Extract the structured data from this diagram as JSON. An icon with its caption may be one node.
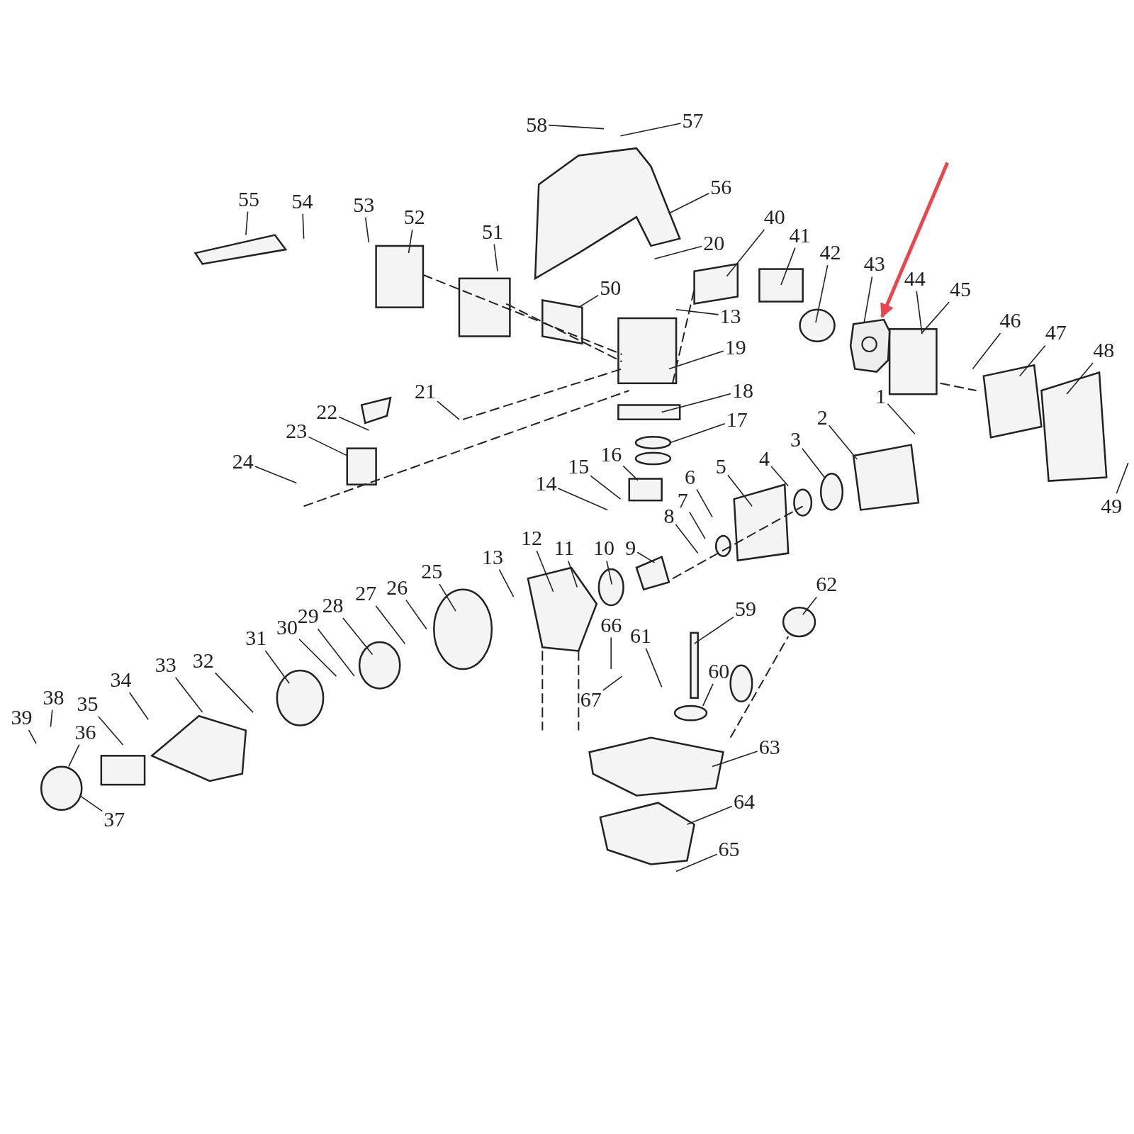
{
  "diagram": {
    "nodes": [
      {
        "text": [
          "58"
        ]
      },
      {
        "text": [
          "57"
        ]
      },
      {
        "text": [
          "56"
        ]
      },
      {
        "text": [
          "55"
        ]
      },
      {
        "text": [
          "54"
        ]
      },
      {
        "text": [
          "53"
        ]
      },
      {
        "text": [
          "52"
        ]
      },
      {
        "text": [
          "51"
        ]
      },
      {
        "text": [
          "50"
        ]
      },
      {
        "text": [
          "20"
        ]
      },
      {
        "text": [
          "13"
        ]
      },
      {
        "text": [
          "19"
        ]
      },
      {
        "text": [
          "40"
        ]
      },
      {
        "text": [
          "41"
        ]
      },
      {
        "text": [
          "42"
        ]
      },
      {
        "text": [
          "43"
        ]
      },
      {
        "text": [
          "44"
        ]
      },
      {
        "text": [
          "45"
        ]
      },
      {
        "text": [
          "46"
        ]
      },
      {
        "text": [
          "47"
        ]
      },
      {
        "text": [
          "48"
        ]
      },
      {
        "text": [
          "49"
        ]
      },
      {
        "text": [
          "1"
        ]
      },
      {
        "text": [
          "2"
        ]
      },
      {
        "text": [
          "3"
        ]
      },
      {
        "text": [
          "4"
        ]
      },
      {
        "text": [
          "5"
        ]
      },
      {
        "text": [
          "6"
        ]
      },
      {
        "text": [
          "7"
        ]
      },
      {
        "text": [
          "8"
        ]
      },
      {
        "text": [
          "9"
        ]
      },
      {
        "text": [
          "10"
        ]
      },
      {
        "text": [
          "11"
        ]
      },
      {
        "text": [
          "12"
        ]
      },
      {
        "text": [
          "13"
        ]
      },
      {
        "text": [
          "14"
        ]
      },
      {
        "text": [
          "15"
        ]
      },
      {
        "text": [
          "16"
        ]
      },
      {
        "text": [
          "17"
        ]
      },
      {
        "text": [
          "18"
        ]
      },
      {
        "text": [
          "21"
        ]
      },
      {
        "text": [
          "22"
        ]
      },
      {
        "text": [
          "23"
        ]
      },
      {
        "text": [
          "24"
        ]
      },
      {
        "text": [
          "25"
        ]
      },
      {
        "text": [
          "26"
        ]
      },
      {
        "text": [
          "27"
        ]
      },
      {
        "text": [
          "28"
        ]
      },
      {
        "text": [
          "29"
        ]
      },
      {
        "text": [
          "30"
        ]
      },
      {
        "text": [
          "31"
        ]
      },
      {
        "text": [
          "32"
        ]
      },
      {
        "text": [
          "33"
        ]
      },
      {
        "text": [
          "34"
        ]
      },
      {
        "text": [
          "35"
        ]
      },
      {
        "text": [
          "36"
        ]
      },
      {
        "text": [
          "37"
        ]
      },
      {
        "text": [
          "38"
        ]
      },
      {
        "text": [
          "39"
        ]
      },
      {
        "text": [
          "59"
        ]
      },
      {
        "text": [
          "60"
        ]
      },
      {
        "text": [
          "61"
        ]
      },
      {
        "text": [
          "62"
        ]
      },
      {
        "text": [
          "63"
        ]
      },
      {
        "text": [
          "64"
        ]
      },
      {
        "text": [
          "65"
        ]
      },
      {
        "text": [
          "66"
        ]
      },
      {
        "text": [
          "67"
        ]
      },
      {
        "text": [],
        "shape": "picture"
      }
    ],
    "edges": [
      {
        "from": 0,
        "to": null,
        "arrow": "none"
      },
      {
        "from": 1,
        "to": null,
        "arrow": "none"
      },
      {
        "from": 2,
        "to": null,
        "arrow": "none"
      },
      {
        "from": 3,
        "to": null,
        "arrow": "none"
      },
      {
        "from": 4,
        "to": null,
        "arrow": "none"
      },
      {
        "from": 5,
        "to": null,
        "arrow": "none"
      },
      {
        "from": 6,
        "to": null,
        "arrow": "none"
      },
      {
        "from": 7,
        "to": null,
        "arrow": "none"
      },
      {
        "from": 8,
        "to": null,
        "arrow": "none"
      },
      {
        "from": 9,
        "to": null,
        "arrow": "none"
      },
      {
        "from": 10,
        "to": null,
        "arrow": "none"
      },
      {
        "from": 11,
        "to": null,
        "arrow": "none"
      },
      {
        "from": 12,
        "to": null,
        "arrow": "none"
      },
      {
        "from": 13,
        "to": null,
        "arrow": "none"
      },
      {
        "from": 14,
        "to": null,
        "arrow": "none"
      },
      {
        "from": 15,
        "to": 68,
        "arrow": "none"
      },
      {
        "from": 16,
        "to": null,
        "arrow": "none"
      },
      {
        "from": 17,
        "to": null,
        "arrow": "none"
      },
      {
        "from": 18,
        "to": null,
        "arrow": "none"
      },
      {
        "from": 19,
        "to": null,
        "arrow": "none"
      },
      {
        "from": 20,
        "to": null,
        "arrow": "none"
      },
      {
        "from": 21,
        "to": null,
        "arrow": "none"
      },
      {
        "from": 22,
        "to": null,
        "arrow": "none"
      },
      {
        "from": 23,
        "to": null,
        "arrow": "none"
      },
      {
        "from": 24,
        "to": null,
        "arrow": "none"
      },
      {
        "from": 25,
        "to": null,
        "arrow": "none"
      },
      {
        "from": 26,
        "to": null,
        "arrow": "none"
      },
      {
        "from": 27,
        "to": null,
        "arrow": "none"
      },
      {
        "from": 28,
        "to": null,
        "arrow": "none"
      },
      {
        "from": 29,
        "to": null,
        "arrow": "none"
      },
      {
        "from": 30,
        "to": null,
        "arrow": "none"
      },
      {
        "from": 31,
        "to": null,
        "arrow": "none"
      },
      {
        "from": 32,
        "to": null,
        "arrow": "none"
      },
      {
        "from": 33,
        "to": null,
        "arrow": "none"
      },
      {
        "from": 34,
        "to": null,
        "arrow": "none"
      },
      {
        "from": 35,
        "to": null,
        "arrow": "none"
      },
      {
        "from": 36,
        "to": null,
        "arrow": "none"
      },
      {
        "from": 37,
        "to": null,
        "arrow": "none"
      },
      {
        "from": 38,
        "to": null,
        "arrow": "none"
      },
      {
        "from": 39,
        "to": null,
        "arrow": "none"
      },
      {
        "from": 40,
        "to": null,
        "arrow": "none"
      },
      {
        "from": 41,
        "to": null,
        "arrow": "none"
      },
      {
        "from": 42,
        "to": null,
        "arrow": "none"
      },
      {
        "from": 43,
        "to": null,
        "arrow": "none"
      },
      {
        "from": 44,
        "to": null,
        "arrow": "none"
      },
      {
        "from": 45,
        "to": null,
        "arrow": "none"
      },
      {
        "from": 46,
        "to": null,
        "arrow": "none"
      },
      {
        "from": 47,
        "to": null,
        "arrow": "none"
      },
      {
        "from": 48,
        "to": null,
        "arrow": "none"
      },
      {
        "from": 49,
        "to": null,
        "arrow": "none"
      },
      {
        "from": 50,
        "to": null,
        "arrow": "none"
      },
      {
        "from": 51,
        "to": null,
        "arrow": "none"
      },
      {
        "from": 52,
        "to": null,
        "arrow": "none"
      },
      {
        "from": 53,
        "to": null,
        "arrow": "none"
      },
      {
        "from": 54,
        "to": null,
        "arrow": "none"
      },
      {
        "from": 55,
        "to": null,
        "arrow": "none"
      },
      {
        "from": 56,
        "to": null,
        "arrow": "none"
      },
      {
        "from": 57,
        "to": null,
        "arrow": "none"
      },
      {
        "from": 58,
        "to": null,
        "arrow": "none"
      },
      {
        "from": 59,
        "to": null,
        "arrow": "none"
      },
      {
        "from": 60,
        "to": null,
        "arrow": "none"
      },
      {
        "from": 61,
        "to": null,
        "arrow": "none"
      },
      {
        "from": 62,
        "to": null,
        "arrow": "none"
      },
      {
        "from": 63,
        "to": null,
        "arrow": "none"
      },
      {
        "from": 64,
        "to": null,
        "arrow": "none"
      },
      {
        "from": 65,
        "to": null,
        "arrow": "none"
      },
      {
        "from": 66,
        "to": null,
        "arrow": "none"
      },
      {
        "from": 67,
        "to": null,
        "arrow": "none"
      },
      {
        "from": null,
        "to": 68,
        "arrow": "to",
        "style": "thick",
        "color": "#e8474f"
      }
    ]
  }
}
